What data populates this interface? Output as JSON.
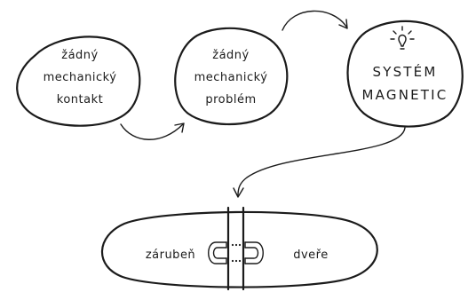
{
  "nodes": {
    "no_contact": {
      "lines": [
        "žádný",
        "mechanický",
        "kontakt"
      ]
    },
    "no_problem": {
      "lines": [
        "žádný",
        "mechanický",
        "problém"
      ]
    },
    "magnetic_system": {
      "lines": [
        "SYSTÉM",
        "MAGNETIC"
      ],
      "icon": "lightbulb-icon"
    },
    "bottom": {
      "left_label": "zárubeň",
      "right_label": "dveře",
      "icon": "magnet-pair-icon"
    }
  },
  "colors": {
    "ink": "#1b1b1b",
    "background": "#ffffff"
  }
}
